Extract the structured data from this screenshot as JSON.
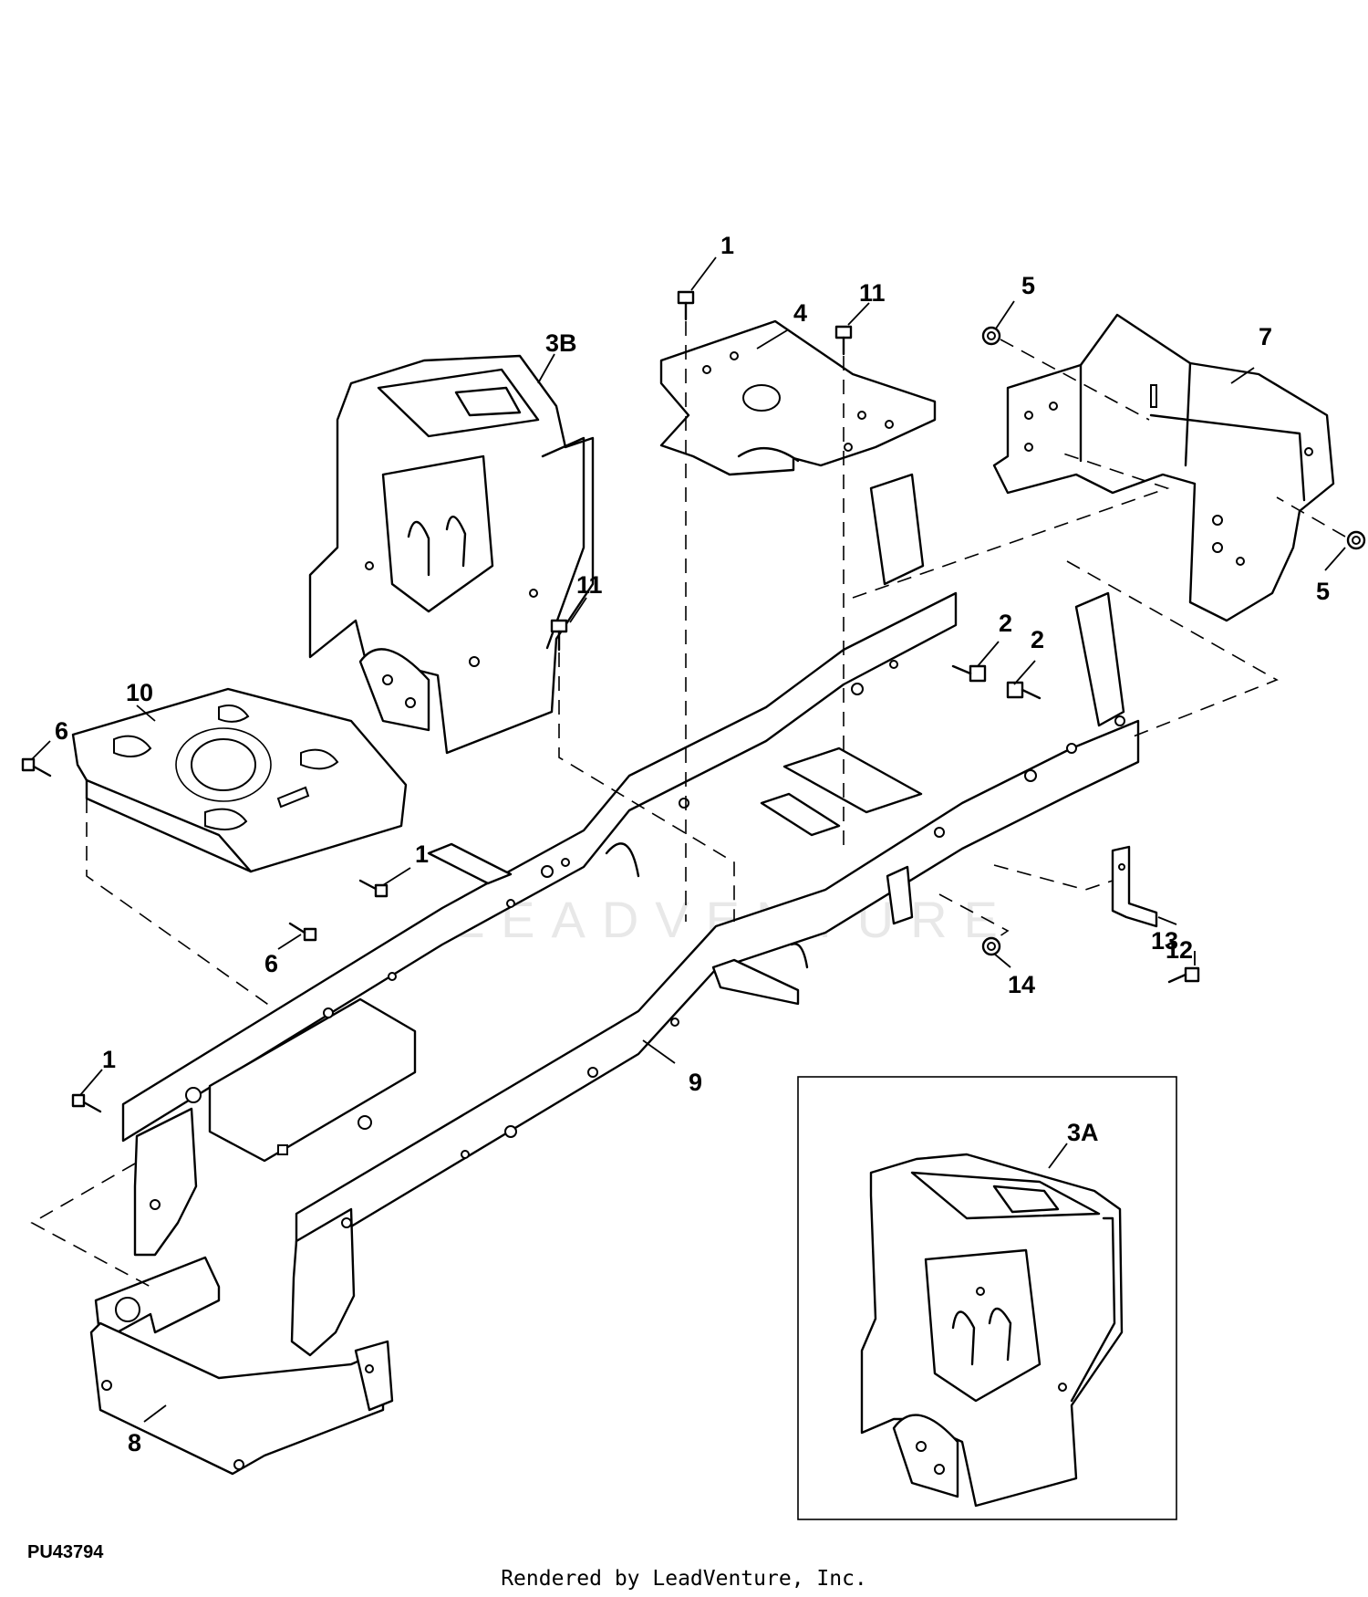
{
  "diagram": {
    "id_label": "PU43794",
    "footer": "Rendered by LeadVenture, Inc.",
    "watermark": "LEADVENTURE",
    "callouts": {
      "c1a": "1",
      "c1b": "1",
      "c1c": "1",
      "c2a": "2",
      "c2b": "2",
      "c3a": "3A",
      "c3b": "3B",
      "c4": "4",
      "c5a": "5",
      "c5b": "5",
      "c6a": "6",
      "c6b": "6",
      "c7": "7",
      "c8": "8",
      "c9": "9",
      "c10": "10",
      "c11a": "11",
      "c11b": "11",
      "c12": "12",
      "c13": "13",
      "c14": "14"
    }
  }
}
